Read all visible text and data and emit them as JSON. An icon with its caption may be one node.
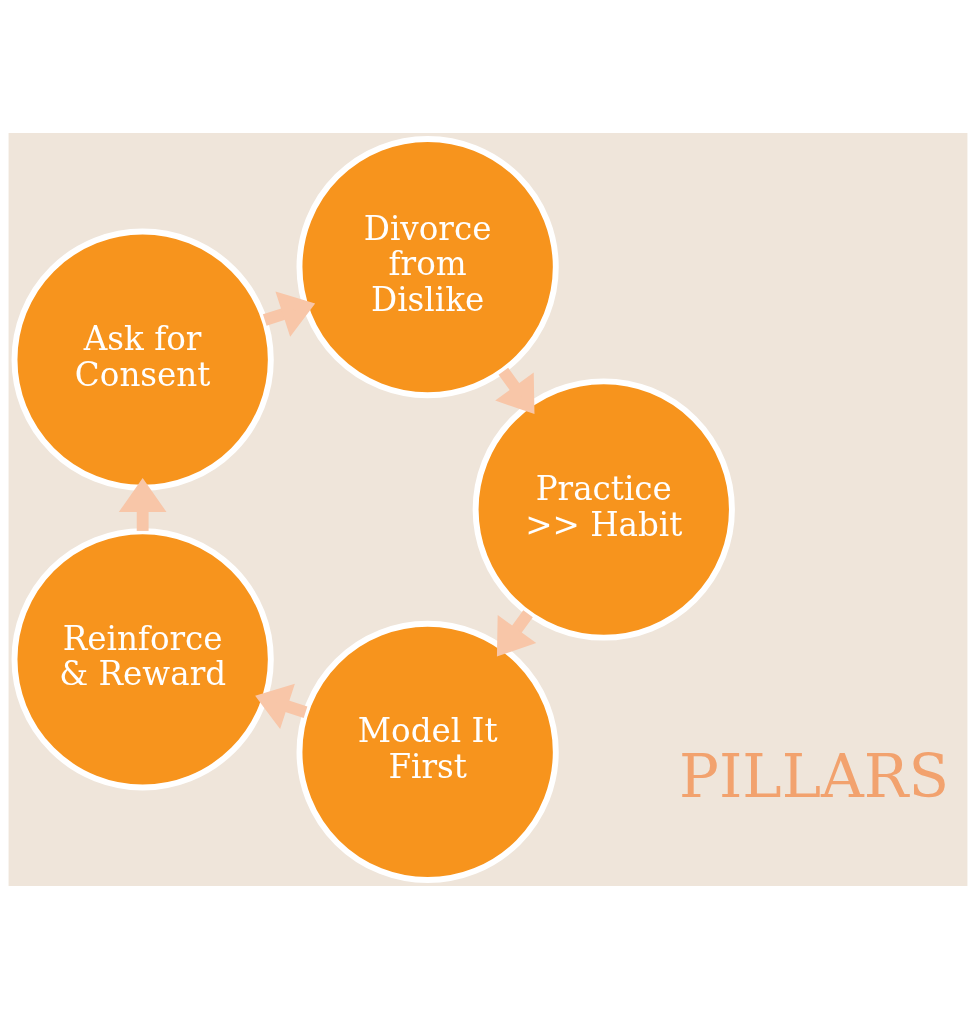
{
  "diagram": {
    "nodes": [
      {
        "text": [
          "Model It First"
        ]
      },
      {
        "text": [
          "Reinforce & Reward"
        ]
      },
      {
        "text": [
          "Ask for Consent"
        ]
      },
      {
        "text": [
          "Divorce from Dislike"
        ]
      },
      {
        "text": [
          "Practice >> Habit"
        ]
      }
    ],
    "edges": [
      {
        "from": 0,
        "to": 1,
        "arrow": "to"
      },
      {
        "from": 1,
        "to": 2,
        "arrow": "to"
      },
      {
        "from": 2,
        "to": 3,
        "arrow": "to"
      },
      {
        "from": 3,
        "to": 4,
        "arrow": "to"
      },
      {
        "from": 4,
        "to": 0,
        "arrow": "to"
      }
    ],
    "labels": [
      "PILLARS"
    ]
  }
}
